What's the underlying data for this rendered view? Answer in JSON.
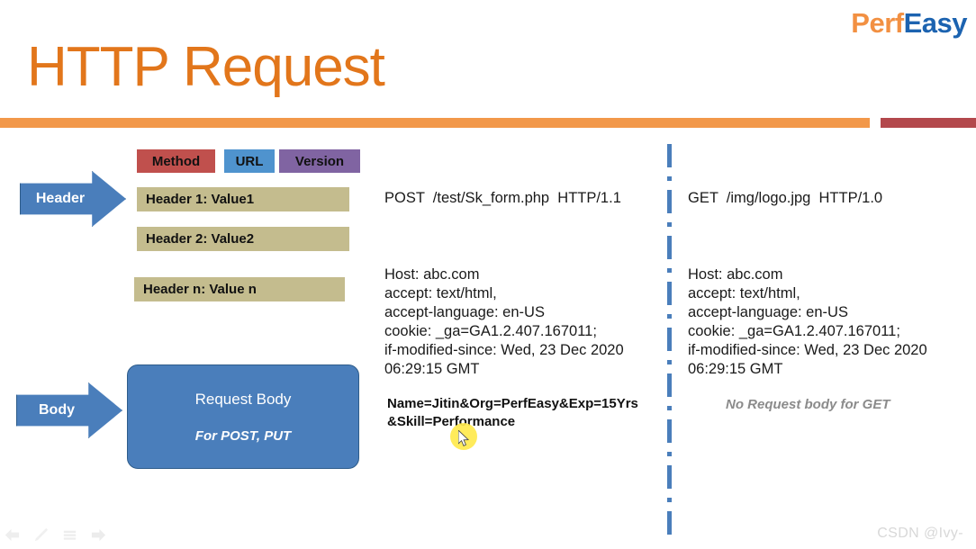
{
  "logo": {
    "part1": "Perf",
    "part2": "Easy",
    "color1": "#F29042",
    "color2": "#1C63B0"
  },
  "title": "HTTP Request",
  "title_color": "#E2761B",
  "divider": {
    "orange_color": "#F2984A",
    "red_color": "#B3484C"
  },
  "arrows": {
    "header": "Header",
    "body": "Body",
    "color": "#4A7EBB"
  },
  "structure_boxes": {
    "method": "Method",
    "url": "URL",
    "version": "Version",
    "method_color": "#C0504D",
    "url_color": "#4F93CE",
    "version_color": "#8064A2",
    "header_color": "#C4BC8E",
    "header1": "Header 1: Value1",
    "header2": "Header 2: Value2",
    "headern": "Header n: Value n"
  },
  "body_box": {
    "title": "Request Body",
    "subtitle": "For POST, PUT",
    "color": "#4A7EBB"
  },
  "post_request": {
    "start_line": "POST  /test/Sk_form.php  HTTP/1.1",
    "headers": "Host: abc.com\naccept: text/html,\naccept-language: en-US\ncookie: _ga=GA1.2.407.167011;\nif-modified-since: Wed, 23 Dec 2020\n06:29:15 GMT",
    "body": "Name=Jitin&Org=PerfEasy&Exp=15Yrs\n&Skill=Performance"
  },
  "get_request": {
    "start_line": "GET  /img/logo.jpg  HTTP/1.0",
    "headers": "Host: abc.com\naccept: text/html,\naccept-language: en-US\ncookie: _ga=GA1.2.407.167011;\nif-modified-since: Wed, 23 Dec 2020\n06:29:15 GMT",
    "body": "No Request body for GET"
  },
  "toolbar": {
    "items": [
      {
        "name": "previous-slide-icon",
        "label": "Previous"
      },
      {
        "name": "pen-icon",
        "label": "Pen"
      },
      {
        "name": "menu-icon",
        "label": "Menu"
      },
      {
        "name": "next-slide-icon",
        "label": "Next"
      }
    ]
  },
  "watermark": "CSDN @Ivy-"
}
